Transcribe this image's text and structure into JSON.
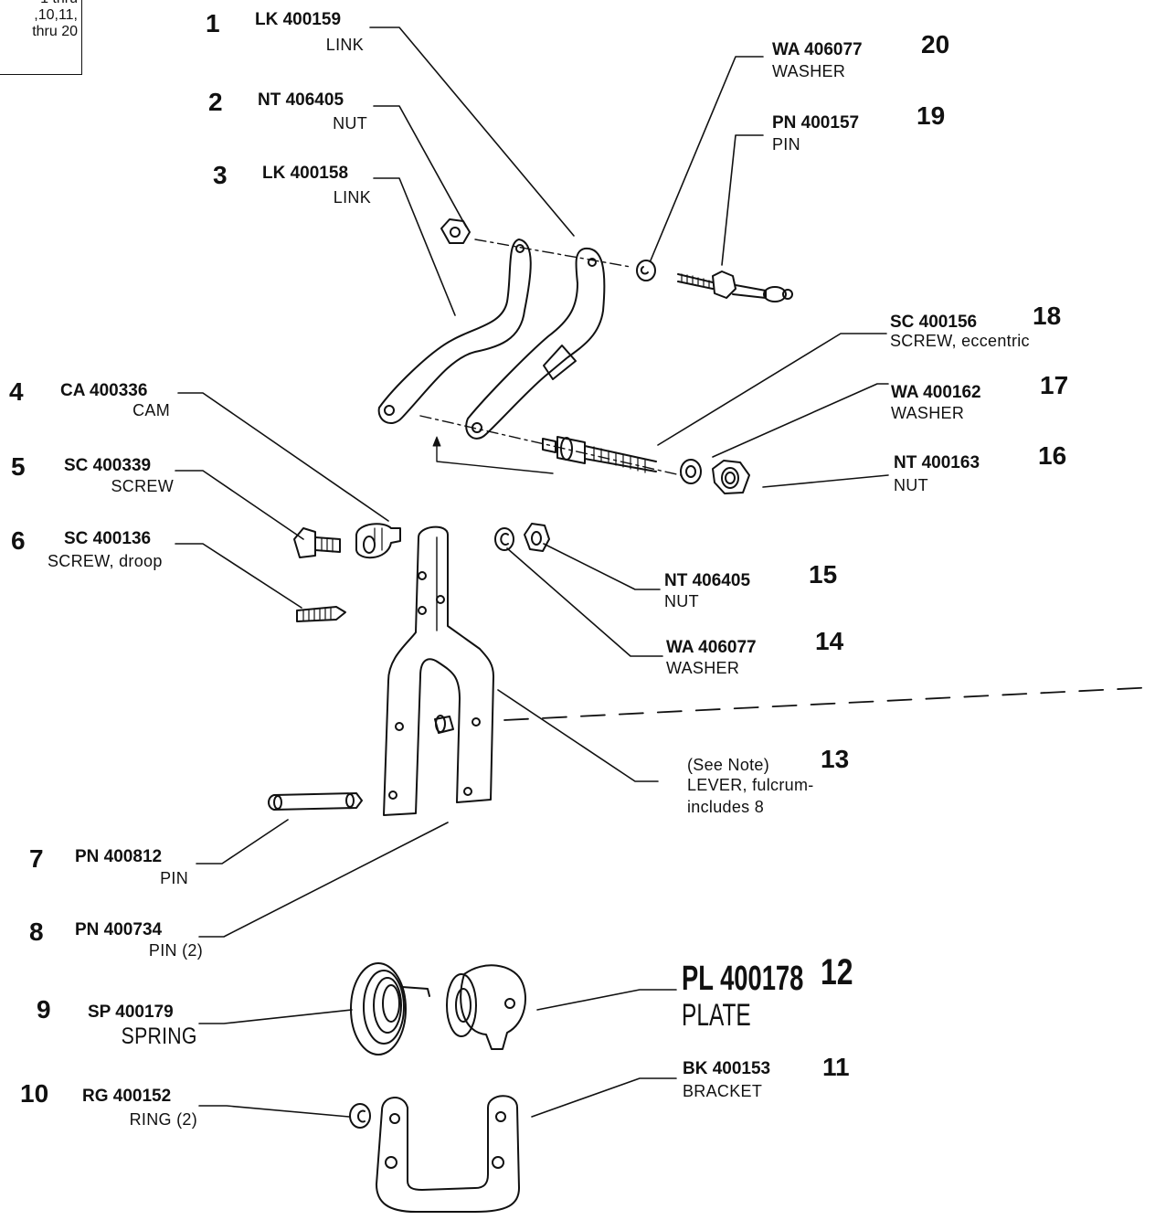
{
  "note": [
    "1 thru",
    ",10,11,",
    "thru 20"
  ],
  "parts": [
    {
      "num": "1",
      "pn": "LK 400159",
      "name": "LINK"
    },
    {
      "num": "2",
      "pn": "NT 406405",
      "name": "NUT"
    },
    {
      "num": "3",
      "pn": "LK 400158",
      "name": "LINK"
    },
    {
      "num": "4",
      "pn": "CA 400336",
      "name": "CAM"
    },
    {
      "num": "5",
      "pn": "SC 400339",
      "name": "SCREW"
    },
    {
      "num": "6",
      "pn": "SC 400136",
      "name": "SCREW, droop"
    },
    {
      "num": "7",
      "pn": "PN 400812",
      "name": "PIN"
    },
    {
      "num": "8",
      "pn": "PN 400734",
      "name": "PIN (2)"
    },
    {
      "num": "9",
      "pn": "SP 400179",
      "name": "SPRING"
    },
    {
      "num": "10",
      "pn": "RG 400152",
      "name": "RING (2)"
    },
    {
      "num": "11",
      "pn": "BK 400153",
      "name": "BRACKET"
    },
    {
      "num": "12",
      "pn": "PL 400178",
      "name": "PLATE"
    },
    {
      "num": "13",
      "pn": "(See Note)",
      "name": "LEVER, fulcrum-",
      "name2": "includes 8"
    },
    {
      "num": "14",
      "pn": "WA 406077",
      "name": "WASHER"
    },
    {
      "num": "15",
      "pn": "NT 406405",
      "name": "NUT"
    },
    {
      "num": "16",
      "pn": "NT 400163",
      "name": "NUT"
    },
    {
      "num": "17",
      "pn": "WA 400162",
      "name": "WASHER"
    },
    {
      "num": "18",
      "pn": "SC 400156",
      "name": "SCREW, eccentric"
    },
    {
      "num": "19",
      "pn": "PN 400157",
      "name": "PIN"
    },
    {
      "num": "20",
      "pn": "WA 406077",
      "name": "WASHER"
    }
  ]
}
